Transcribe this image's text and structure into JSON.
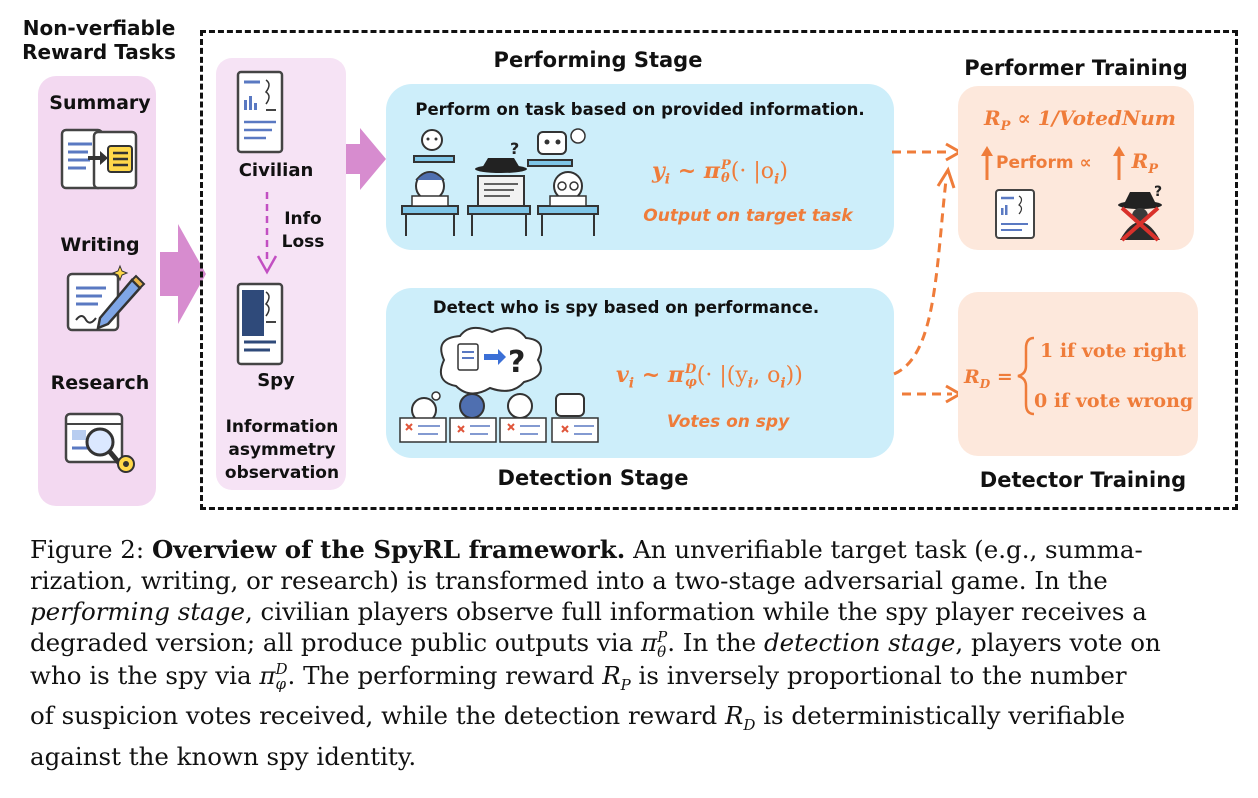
{
  "left_panel": {
    "title_line1": "Non-verfiable",
    "title_line2": "Reward Tasks",
    "tasks": [
      {
        "label": "Summary",
        "icon": "document-to-list-icon"
      },
      {
        "label": "Writing",
        "icon": "pen-writing-icon"
      },
      {
        "label": "Research",
        "icon": "magnifier-gear-icon"
      }
    ]
  },
  "obs_panel": {
    "civilian_label": "Civilian",
    "info_loss_line1": "Info",
    "info_loss_line2": "Loss",
    "spy_label": "Spy",
    "caption_line1": "Information",
    "caption_line2": "asymmetry",
    "caption_line3": "observation"
  },
  "performing": {
    "title": "Performing Stage",
    "instruction": "Perform on task based on provided information.",
    "formula_var": "y",
    "formula_sub": "i",
    "formula_rel": " ~ ",
    "formula_pi": "π",
    "formula_sup": "P",
    "formula_pisub": "θ",
    "formula_arg": "(· |o",
    "formula_arg_sub": "i",
    "formula_close": ")",
    "output_label": "Output on target task"
  },
  "detection": {
    "title": "Detection Stage",
    "instruction": "Detect who is spy based on performance.",
    "formula_var": "v",
    "formula_sub": "i",
    "formula_rel": " ~ ",
    "formula_pi": "π",
    "formula_sup": "D",
    "formula_pisub": "φ",
    "formula_arg": "(· |(y",
    "formula_arg_sub": "i",
    "formula_arg2": ", o",
    "formula_arg2_sub": "i",
    "formula_close": "))",
    "output_label": "Votes on spy"
  },
  "performer_training": {
    "title": "Performer Training",
    "reward_R": "R",
    "reward_sub": "P",
    "reward_rel": " ∝ 1/VotedNum",
    "perform_label": "Perform ∝",
    "perform_R": "R",
    "perform_R_sub": "P"
  },
  "detector_training": {
    "title": "Detector Training",
    "reward_R": "R",
    "reward_sub": "D",
    "reward_eq": " =",
    "case1": "1 if vote right",
    "case2": "0 if vote wrong"
  },
  "caption": {
    "prefix": "Figure 2: ",
    "bold": "Overview of the SpyRL framework.",
    "line1_rest": " An unverifiable target task (e.g., summa-",
    "line2": "rization, writing, or research) is transformed into a two-stage adversarial game.  In the",
    "line3_italic": "performing stage",
    "line3_rest": ", civilian players observe full information while the spy player receives a",
    "line4_a": "degraded version; all produce public outputs via ",
    "line4_pi": "π",
    "line4_sup": "P",
    "line4_sub": "θ",
    "line4_b": ". In the ",
    "line4_italic": "detection stage",
    "line4_c": ", players vote on",
    "line5_a": "who is the spy via ",
    "line5_pi": "π",
    "line5_sup": "D",
    "line5_sub": "φ",
    "line5_b": ". The performing reward ",
    "line5_R": "R",
    "line5_Rsub": "P",
    "line5_c": " is inversely proportional to the number",
    "line6_a": "of suspicion votes received, while the detection reward ",
    "line6_R": "R",
    "line6_Rsub": "D",
    "line6_b": " is deterministically verifiable",
    "line7": "against the known spy identity."
  },
  "colors": {
    "pink_panel": "#f3d9f1",
    "arrow_pink": "#d78ccf",
    "blue_panel": "#cdeefa",
    "peach_panel": "#fde8dc",
    "orange": "#ef7c3a",
    "dashed_purple": "#c24fc2"
  }
}
